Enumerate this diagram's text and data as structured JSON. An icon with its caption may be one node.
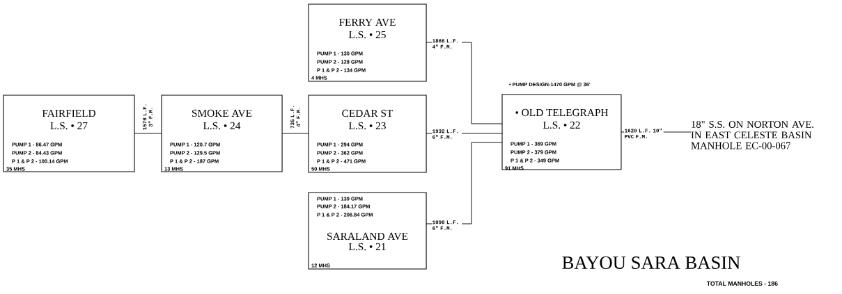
{
  "diagram": {
    "title": "BAYOU SARA BASIN",
    "nodes": [
      {
        "text": [
          "FAIRFIELD",
          "L.S. • 27",
          "PUMP 1 - 86.47 GPM",
          "PUMP 2 - 84.43 GPM",
          "P 1 & P 2 - 100.14 GPM",
          "35 MHS"
        ]
      },
      {
        "text": [
          "SMOKE AVE",
          "L.S. • 24",
          "PUMP 1 - 120.7 GPM",
          "PUMP 2 - 129.5 GPM",
          "P 1 & P 2 - 187 GPM",
          "13 MHS"
        ]
      },
      {
        "text": [
          "FERRY AVE",
          "L.S. • 25",
          "PUMP 1 - 130 GPM",
          "PUMP 2 - 128 GPM",
          "P 1 & P 2 - 134 GPM",
          "4 MHS"
        ]
      },
      {
        "text": [
          "CEDAR ST",
          "L.S. • 23",
          "PUMP 1 - 294 GPM",
          "PUMP 2 - 362 GPM",
          "P 1 & P 2 - 471 GPM",
          "50 MHS"
        ]
      },
      {
        "text": [
          "SARALAND AVE",
          "L.S. • 21",
          "PUMP 1 - 139 GPM",
          "PUMP 2 - 184.17 GPM",
          "P 1 & P 2 - 206.84 GPM",
          "12 MHS"
        ]
      },
      {
        "text": [
          "• OLD TELEGRAPH",
          "L.S. • 22",
          "PUMP 1 - 369 GPM",
          "PUMP 2 - 379 GPM",
          "P 1 & P 2 - 349 GPM",
          "91 MHS"
        ],
        "beside": [
          "• PUMP DESIGN-1470 GPM @ 36'"
        ]
      },
      {
        "text": [
          "18\" S.S. ON NORTON AVE. IN EAST CELESTE BASIN MANHOLE EC-00-067"
        ]
      }
    ],
    "edges": [
      {
        "from": 0,
        "to": 1,
        "arrow": "none",
        "label": "1570 L.F. 3\" F.M."
      },
      {
        "from": 1,
        "to": 3,
        "arrow": "none",
        "label": "735 L.F. 4\" F.M."
      },
      {
        "from": 2,
        "to": 5,
        "arrow": "none",
        "label": "1866 L.F. 4\" F.M."
      },
      {
        "from": 3,
        "to": 5,
        "arrow": "none",
        "label": "1932 L.F. 6\" F.M."
      },
      {
        "from": 4,
        "to": 5,
        "arrow": "none",
        "label": "1090 L.F. 6\" F.M."
      },
      {
        "from": 5,
        "to": 6,
        "arrow": "none",
        "label": "1620 L.F. 10\" PVC F.M."
      }
    ],
    "labels": [
      "TOTAL MANHOLES - 186"
    ]
  }
}
